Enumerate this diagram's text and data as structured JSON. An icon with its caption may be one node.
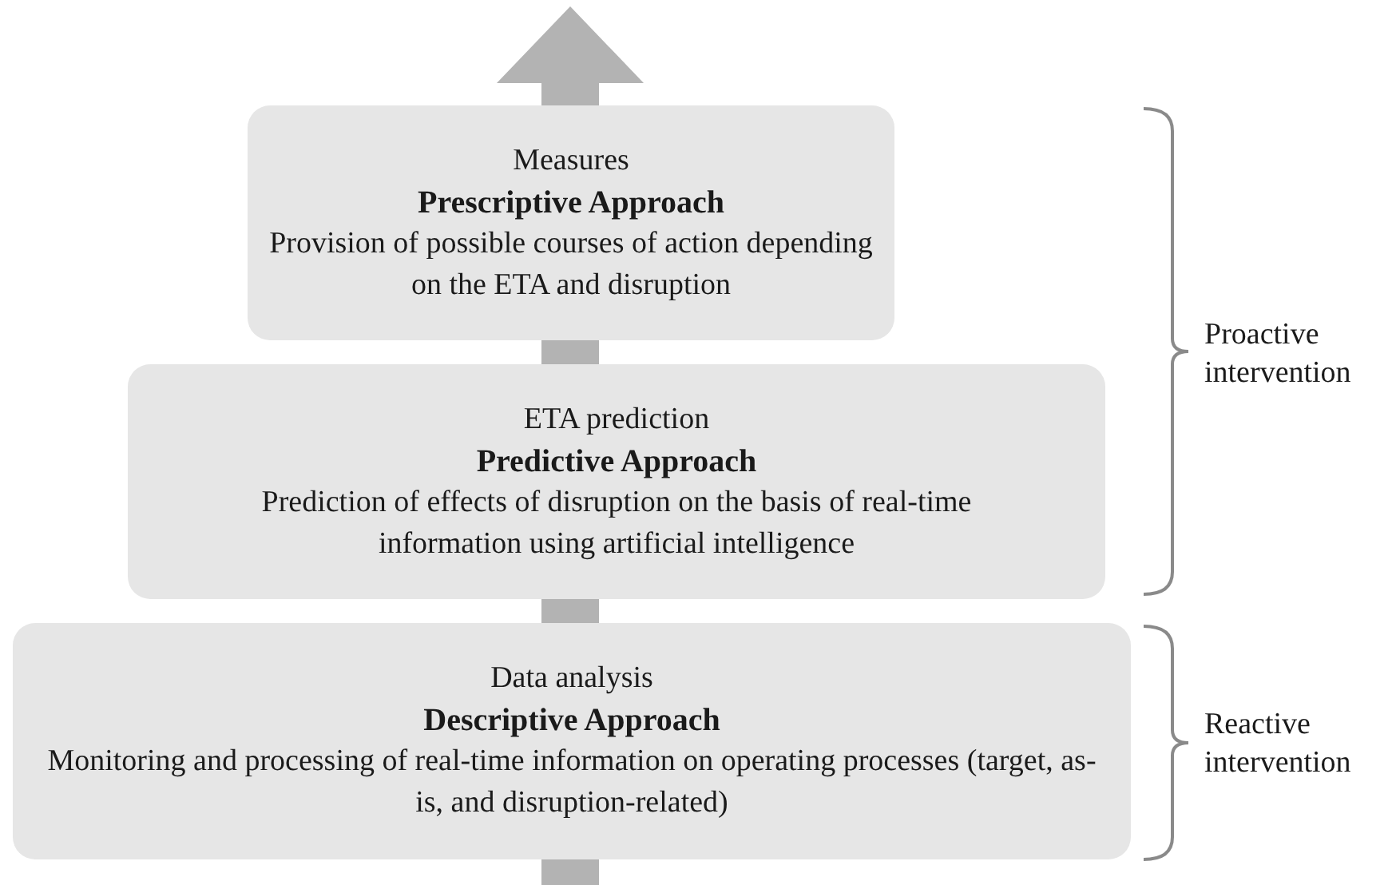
{
  "diagram": {
    "nodes": [
      {
        "text": [
          "Measures",
          "Prescriptive Approach",
          "Provision of possible courses of action depending on the ETA and disruption"
        ]
      },
      {
        "text": [
          "ETA prediction",
          "Predictive Approach",
          "Prediction of effects of disruption on the basis of real-time information using artificial intelligence"
        ]
      },
      {
        "text": [
          "Data analysis",
          "Descriptive Approach",
          "Monitoring and processing of real-time information on operating processes (target, as-is, and disruption-related)"
        ]
      }
    ],
    "labels": [
      "Proactive intervention",
      "Reactive intervention"
    ]
  }
}
